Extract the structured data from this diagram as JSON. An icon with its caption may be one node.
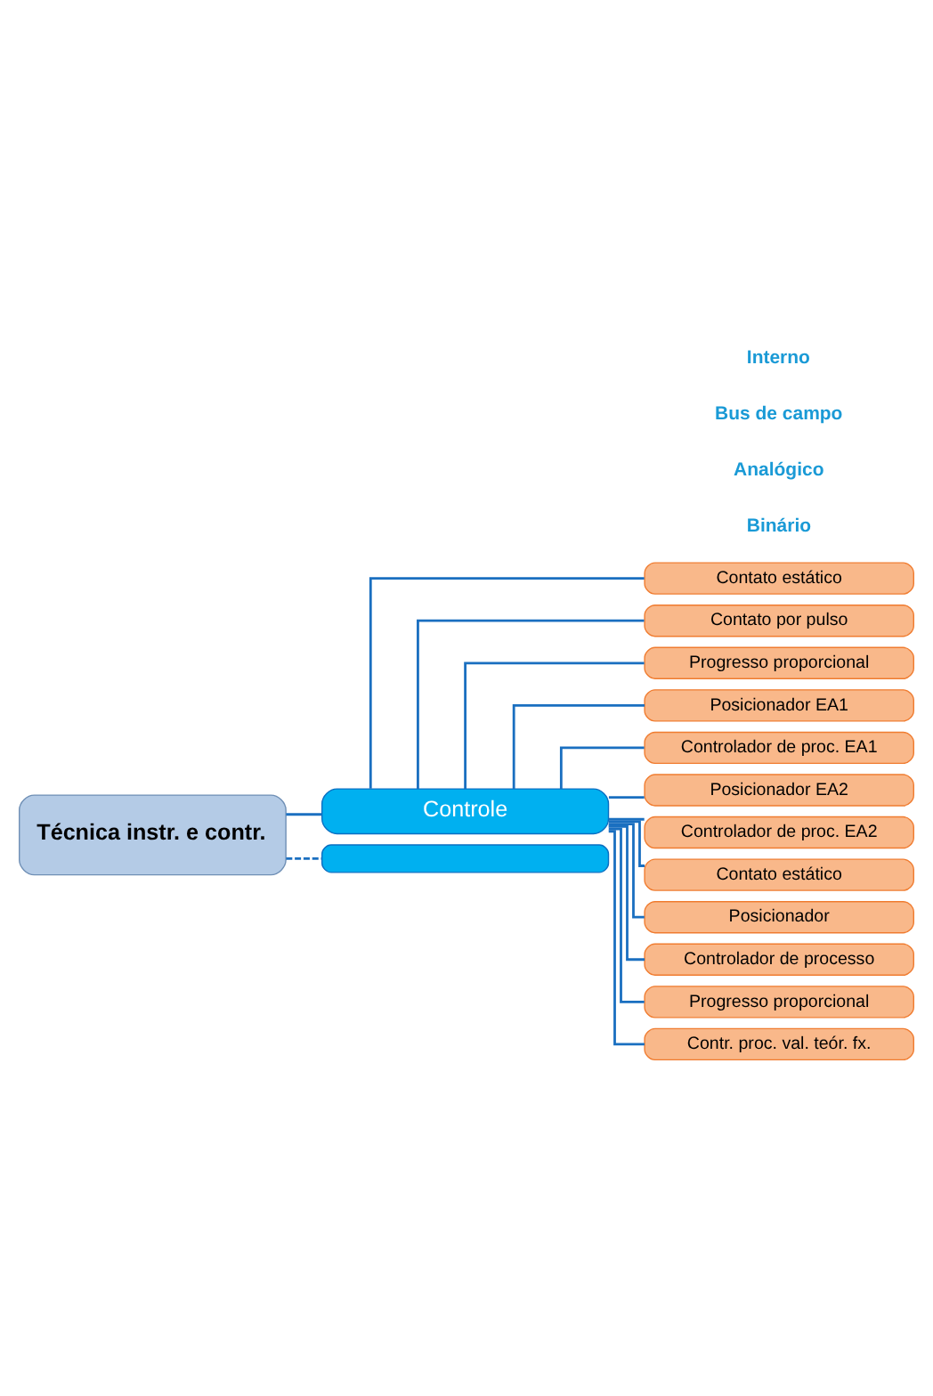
{
  "diagram": {
    "nodes": [
      {
        "text": [
          "Técnica instr. e contr."
        ]
      },
      {
        "text": [
          "Controle"
        ]
      },
      {
        "text": [
          "Binário"
        ]
      },
      {
        "text": [
          "Contato estático"
        ]
      },
      {
        "text": [
          "Contato por pulso"
        ]
      },
      {
        "text": [
          "Progresso proporcional"
        ]
      },
      {
        "text": [
          "Analógico"
        ]
      },
      {
        "text": [
          "Posicionador EA1"
        ]
      },
      {
        "text": [
          "Controlador de proc. EA1"
        ]
      },
      {
        "text": [
          "Posicionador EA2"
        ]
      },
      {
        "text": [
          "Controlador de proc. EA2"
        ]
      },
      {
        "text": [
          "Bus de campo"
        ]
      },
      {
        "text": [
          "Contato estático"
        ]
      },
      {
        "text": [
          "Posicionador"
        ]
      },
      {
        "text": [
          "Controlador de processo"
        ]
      },
      {
        "text": [
          "Progresso proporcional"
        ]
      },
      {
        "text": [
          "Interno"
        ]
      },
      {
        "text": [
          "Contr. proc. val. teór. fx."
        ]
      },
      {
        "text": [],
        "shape": "bar"
      }
    ],
    "edges": [
      {
        "from": 0,
        "to": 1,
        "arrow": "none"
      },
      {
        "from": 0,
        "to": 18,
        "arrow": "none",
        "style": "dashed"
      },
      {
        "from": 1,
        "to": 3,
        "arrow": "none"
      },
      {
        "from": 1,
        "to": 4,
        "arrow": "none"
      },
      {
        "from": 1,
        "to": 5,
        "arrow": "none"
      },
      {
        "from": 1,
        "to": 7,
        "arrow": "none"
      },
      {
        "from": 1,
        "to": 8,
        "arrow": "none"
      },
      {
        "from": 1,
        "to": 9,
        "arrow": "none"
      },
      {
        "from": 1,
        "to": 10,
        "arrow": "none"
      },
      {
        "from": 1,
        "to": 12,
        "arrow": "none"
      },
      {
        "from": 1,
        "to": 13,
        "arrow": "none"
      },
      {
        "from": 1,
        "to": 14,
        "arrow": "none"
      },
      {
        "from": 1,
        "to": 15,
        "arrow": "none"
      },
      {
        "from": 1,
        "to": 17,
        "arrow": "none"
      }
    ]
  }
}
